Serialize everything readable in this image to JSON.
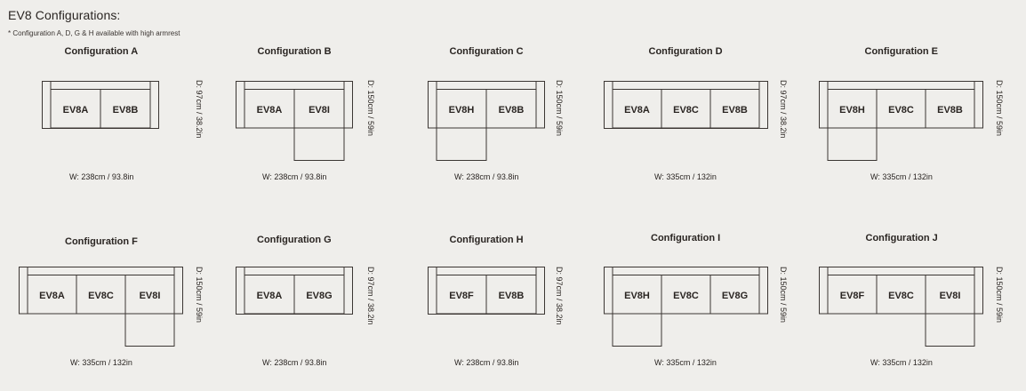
{
  "heading": "EV8 Configurations:",
  "note": "* Configuration A, D, G & H available with high armrest",
  "configurations": [
    {
      "name": "Configuration A",
      "modules": [
        "EV8A",
        "EV8B"
      ],
      "depth": "D: 97cm / 38.2in",
      "width": "W: 238cm / 93.8in"
    },
    {
      "name": "Configuration B",
      "modules": [
        "EV8A",
        "EV8I"
      ],
      "depth": "D: 150cm / 59in",
      "width": "W: 238cm / 93.8in"
    },
    {
      "name": "Configuration C",
      "modules": [
        "EV8H",
        "EV8B"
      ],
      "depth": "D: 150cm / 59in",
      "width": "W: 238cm / 93.8in"
    },
    {
      "name": "Configuration D",
      "modules": [
        "EV8A",
        "EV8C",
        "EV8B"
      ],
      "depth": "D: 97cm / 38.2in",
      "width": "W: 335cm / 132in"
    },
    {
      "name": "Configuration E",
      "modules": [
        "EV8H",
        "EV8C",
        "EV8B"
      ],
      "depth": "D: 150cm / 59in",
      "width": "W: 335cm / 132in"
    },
    {
      "name": "Configuration F",
      "modules": [
        "EV8A",
        "EV8C",
        "EV8I"
      ],
      "depth": "D: 150cm / 59in",
      "width": "W: 335cm / 132in"
    },
    {
      "name": "Configuration G",
      "modules": [
        "EV8A",
        "EV8G"
      ],
      "depth": "D: 97cm / 38.2in",
      "width": "W: 238cm / 93.8in"
    },
    {
      "name": "Configuration H",
      "modules": [
        "EV8F",
        "EV8B"
      ],
      "depth": "D: 97cm / 38.2in",
      "width": "W: 238cm / 93.8in"
    },
    {
      "name": "Configuration I",
      "modules": [
        "EV8H",
        "EV8C",
        "EV8G"
      ],
      "depth": "D: 150cm / 59in",
      "width": "W: 335cm / 132in"
    },
    {
      "name": "Configuration J",
      "modules": [
        "EV8F",
        "EV8C",
        "EV8I"
      ],
      "depth": "D: 150cm / 59in",
      "width": "W: 335cm / 132in"
    }
  ]
}
